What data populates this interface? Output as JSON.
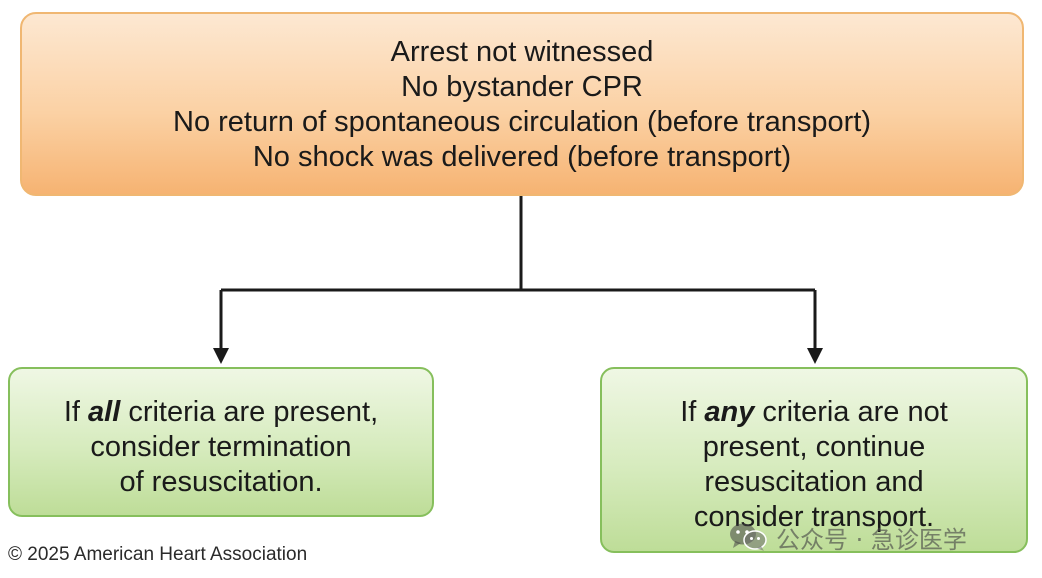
{
  "top_box": {
    "lines": [
      "Arrest not witnessed",
      "No bystander CPR",
      "No return of spontaneous circulation (before transport)",
      "No shock was delivered (before transport)"
    ]
  },
  "left_box": {
    "line1_pre": "If ",
    "line1_emph": "all",
    "line1_post": " criteria are present,",
    "line2": "consider termination",
    "line3": "of resuscitation."
  },
  "right_box": {
    "line1_pre": "If ",
    "line1_emph": "any",
    "line1_post": " criteria are not",
    "line2": "present, continue",
    "line3": "resuscitation and",
    "line4": "consider transport."
  },
  "footer": {
    "copyright": "© 2025 American Heart Association"
  },
  "watermark": {
    "icon": "wechat-icon",
    "text": "公众号 · 急诊医学"
  },
  "colors": {
    "top_box_fill": "#fbd1a4",
    "top_box_border": "#f0b772",
    "outcome_box_fill": "#d6ebbd",
    "outcome_box_border": "#86bf5c",
    "connector": "#1a1a1a"
  }
}
